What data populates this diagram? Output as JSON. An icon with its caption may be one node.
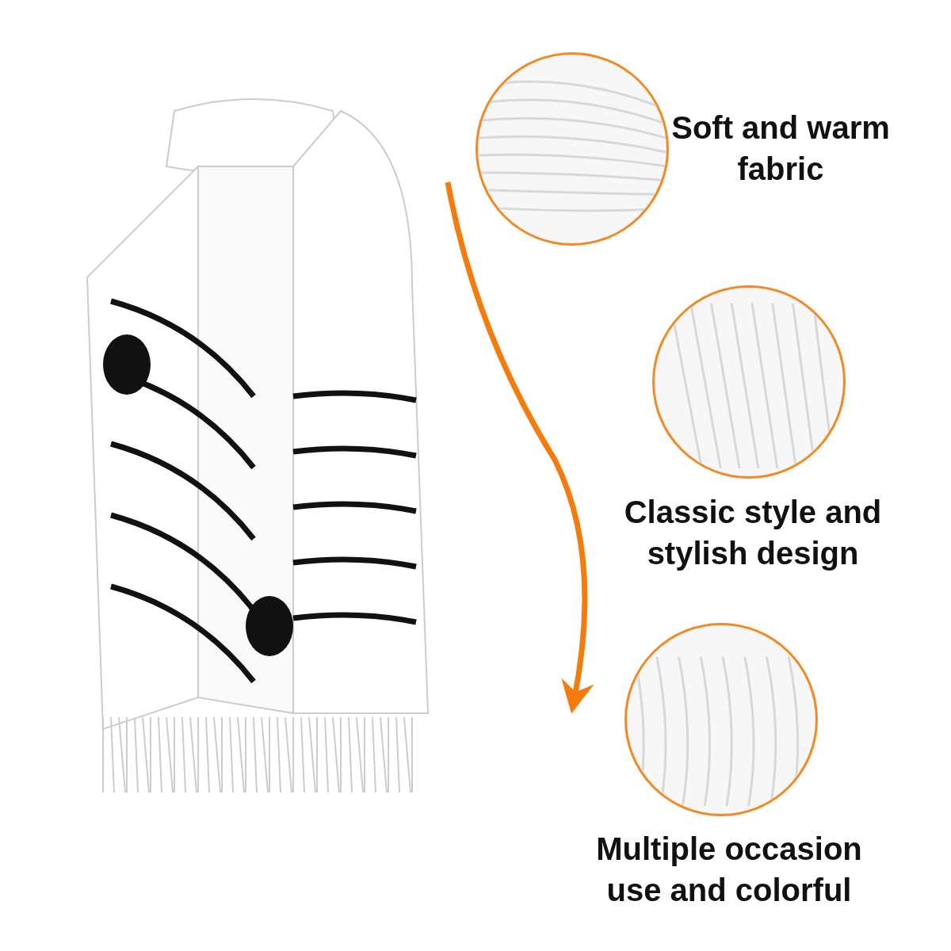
{
  "diagram": {
    "nodes": [
      {
        "text": [],
        "shape": "picture"
      },
      {
        "text": [],
        "shape": "circle",
        "beside": [
          "Soft and warm fabric"
        ]
      },
      {
        "text": [],
        "shape": "circle",
        "beside": [
          "Classic style and stylish design"
        ]
      },
      {
        "text": [],
        "shape": "circle",
        "beside": [
          "Multiple occasion use and colorful"
        ]
      }
    ],
    "edges": []
  }
}
